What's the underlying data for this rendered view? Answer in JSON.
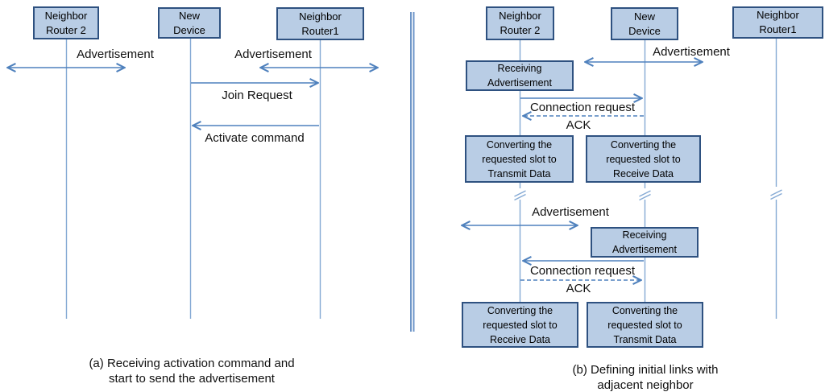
{
  "figure": {
    "type": "sequence-diagram",
    "colors": {
      "box_fill": "#b9cde5",
      "box_border": "#2e5180",
      "arrow": "#4f81bd",
      "lifeline": "#84a9d4",
      "text": "#111111"
    },
    "panel_a": {
      "actors": [
        {
          "label": "Neighbor\nRouter 2"
        },
        {
          "label": "New\nDevice"
        },
        {
          "label": "Neighbor\nRouter1"
        }
      ],
      "messages": {
        "advertisement_left": "Advertisement",
        "advertisement_right": "Advertisement",
        "join_request": "Join Request",
        "activate_command": "Activate command"
      },
      "caption": "(a) Receiving activation command and\nstart to send the advertisement"
    },
    "panel_b": {
      "actors": [
        {
          "label": "Neighbor\nRouter 2"
        },
        {
          "label": "New\nDevice"
        },
        {
          "label": "Neighbor\nRouter1"
        }
      ],
      "messages": {
        "advertisement_top": "Advertisement",
        "connection_request_top": "Connection request",
        "ack_top": "ACK",
        "advertisement_bottom": "Advertisement",
        "connection_request_bottom": "Connection request",
        "ack_bottom": "ACK"
      },
      "activities": {
        "receiving_adv_top": "Receiving\nAdvertisement",
        "converting_transmit_top": "Converting the\nrequested slot to\nTransmit Data",
        "converting_receive_top": "Converting the\nrequested slot to\nReceive Data",
        "receiving_adv_bottom": "Receiving\nAdvertisement",
        "converting_receive_bottom": "Converting the\nrequested slot to\nReceive Data",
        "converting_transmit_bottom": "Converting the\nrequested slot to\nTransmit Data"
      },
      "caption": "(b) Defining initial links with adjacent neighbor"
    }
  }
}
